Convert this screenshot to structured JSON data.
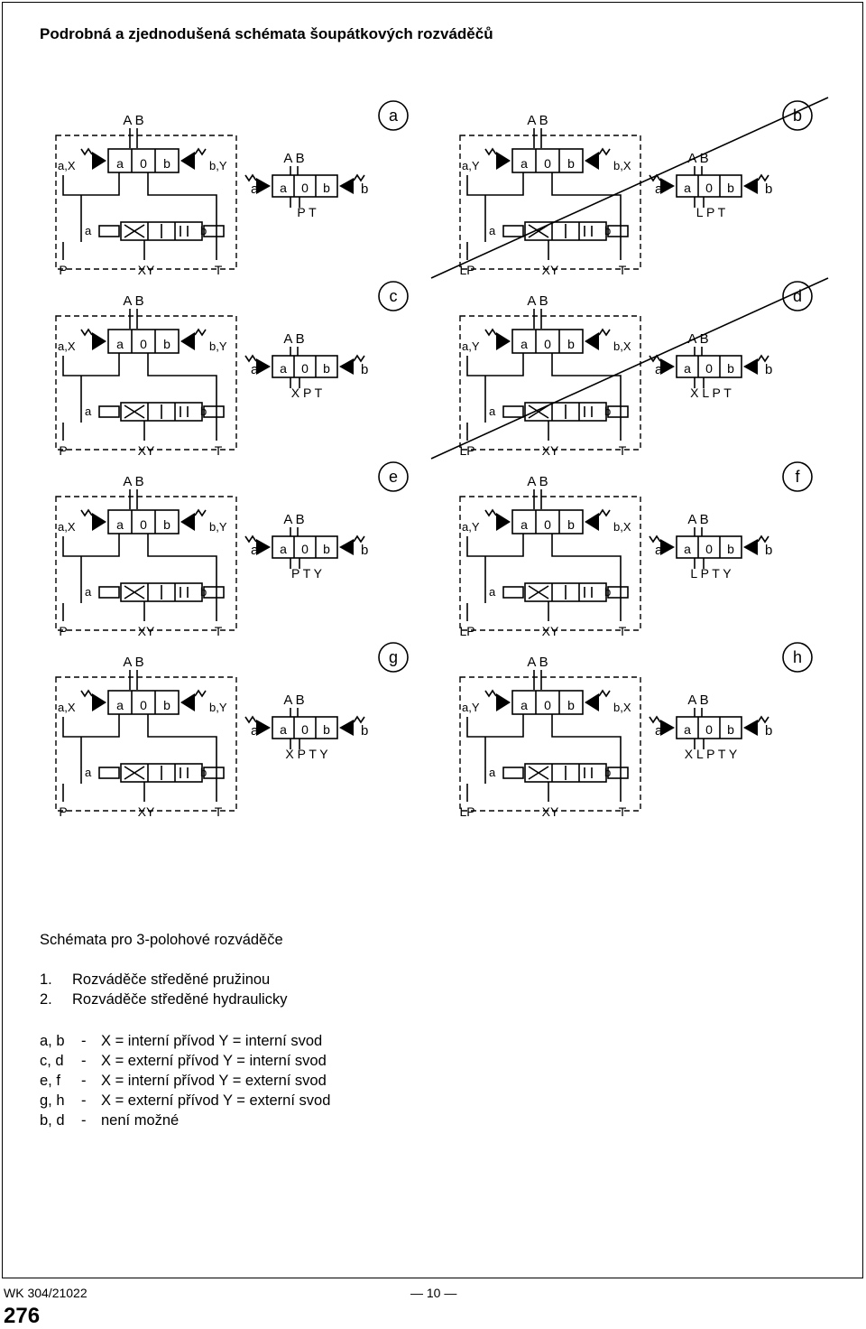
{
  "title": "Podrobná a zjednodušená schémata šoupátkových rozváděčů",
  "schemes": [
    {
      "id": "a",
      "left": [
        "a,X",
        "b,Y"
      ],
      "ports": [
        "P",
        "XY",
        "T"
      ],
      "simple_ports": "P T",
      "struck": false
    },
    {
      "id": "b",
      "left": [
        "a,Y",
        "b,X"
      ],
      "ports": [
        "LP",
        "XY",
        "T"
      ],
      "simple_ports": "L  P T",
      "struck": true
    },
    {
      "id": "c",
      "left": [
        "a,X",
        "b,Y"
      ],
      "ports": [
        "P",
        "XY",
        "T"
      ],
      "simple_ports": "X   P T",
      "struck": false
    },
    {
      "id": "d",
      "left": [
        "a,Y",
        "b,X"
      ],
      "ports": [
        "LP",
        "XY",
        "T"
      ],
      "simple_ports": "X L  P T",
      "struck": true
    },
    {
      "id": "e",
      "left": [
        "a,X",
        "b,Y"
      ],
      "ports": [
        "P",
        "XY",
        "T"
      ],
      "simple_ports": "P T   Y",
      "struck": false
    },
    {
      "id": "f",
      "left": [
        "a,Y",
        "b,X"
      ],
      "ports": [
        "LP",
        "XY",
        "T"
      ],
      "simple_ports": "L  P T   Y",
      "struck": false
    },
    {
      "id": "g",
      "left": [
        "a,X",
        "b,Y"
      ],
      "ports": [
        "P",
        "XY",
        "T"
      ],
      "simple_ports": "X  P T  Y",
      "struck": false
    },
    {
      "id": "h",
      "left": [
        "a,Y",
        "b,X"
      ],
      "ports": [
        "LP",
        "XY",
        "T"
      ],
      "simple_ports": "X L  P T  Y",
      "struck": false
    }
  ],
  "caption": "Schémata pro 3-polohové rozváděče",
  "list": [
    {
      "num": "1.",
      "text": "Rozváděče středěné pružinou"
    },
    {
      "num": "2.",
      "text": "Rozváděče středěné hydraulicky"
    }
  ],
  "legend": [
    {
      "key": "a, b",
      "dash": "-",
      "text": "X = interní přívod  Y = interní svod"
    },
    {
      "key": "c, d",
      "dash": "-",
      "text": "X = externí přívod Y = interní svod"
    },
    {
      "key": "e, f",
      "dash": "-",
      "text": "X = interní přívod  Y = externí svod"
    },
    {
      "key": "g, h",
      "dash": "-",
      "text": "X = externí přívod Y = externí svod"
    },
    {
      "key": "b, d",
      "dash": "-",
      "text": "není možné"
    }
  ],
  "footer": {
    "code": "WK 304/21022",
    "page": "— 10 —",
    "number": "276"
  }
}
